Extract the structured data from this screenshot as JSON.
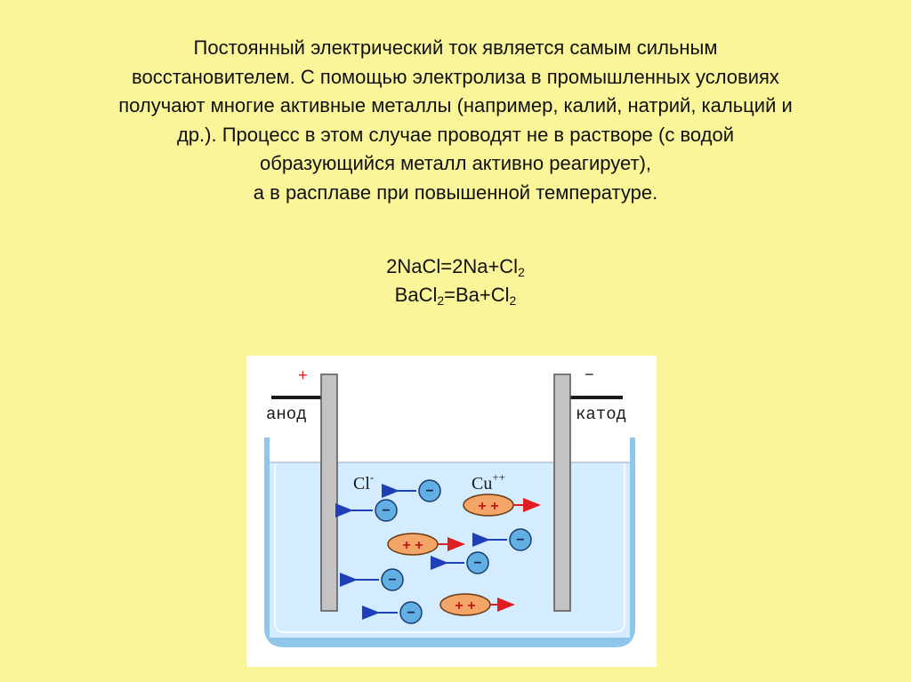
{
  "paragraph": {
    "lines": [
      "Постоянный электрический ток является самым сильным",
      "восстановителем. С помощью электролиза в промышленных условиях",
      "получают многие активные металлы  (например, калий, натрий, кальций и",
      "др.). Процесс в этом случае проводят не в растворе (с водой",
      "образующийся металл активно реагирует),",
      "а в расплаве при повышенной температуре."
    ]
  },
  "equations": [
    {
      "parts": [
        {
          "t": "2NaCl=2Na+Cl"
        },
        {
          "sub": "2"
        }
      ]
    },
    {
      "parts": [
        {
          "t": "BaCl"
        },
        {
          "sub": "2"
        },
        {
          "t": "=Ba+Cl"
        },
        {
          "sub": "2"
        }
      ]
    }
  ],
  "diagram": {
    "anode_label": "анод",
    "cathode_label": "катод",
    "anode_sign": "+",
    "cathode_sign": "−",
    "anion_label": "Cl",
    "anion_charge": "-",
    "cation_label": "Cu",
    "cation_charge": "++",
    "anion_symbol": "−",
    "cation_symbol": "+ +",
    "colors": {
      "background": "#fbf59a",
      "solution": "#d4ecff",
      "vessel": "#8fc6ea",
      "electrode": "#c3c3c3",
      "anion_fill": "#62b0e3",
      "cation_fill": "#f2a566",
      "arrow_blue": "#1f3fb8",
      "arrow_red": "#e02020"
    },
    "anions": [
      {
        "name": "anion-1"
      },
      {
        "name": "anion-2"
      },
      {
        "name": "anion-3"
      },
      {
        "name": "anion-4"
      },
      {
        "name": "anion-5"
      },
      {
        "name": "anion-6"
      }
    ],
    "cations": [
      {
        "name": "cation-1"
      },
      {
        "name": "cation-2"
      },
      {
        "name": "cation-3"
      }
    ]
  }
}
